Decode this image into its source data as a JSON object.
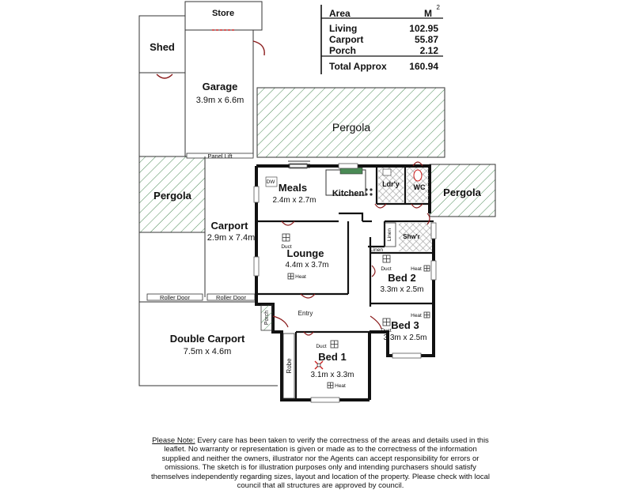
{
  "area_table": {
    "header_label": "Area",
    "header_unit": "M",
    "header_unit_power": "2",
    "rows": [
      {
        "label": "Living",
        "value": "102.95"
      },
      {
        "label": "Carport",
        "value": "55.87"
      },
      {
        "label": "Porch",
        "value": "2.12"
      }
    ],
    "total_label": "Total Approx",
    "total_value": "160.94"
  },
  "rooms": {
    "store": "Store",
    "shed": "Shed",
    "garage": "Garage",
    "garage_dim": "3.9m x 6.6m",
    "pergola_top": "Pergola",
    "pergola_left": "Pergola",
    "pergola_right": "Pergola",
    "panel_lift": "Panel Lift",
    "meals": "Meals",
    "meals_dim": "2.4m x 2.7m",
    "dw": "DW",
    "kitchen": "Kitchen",
    "laundry": "Ldr'y",
    "wc": "WC",
    "carport": "Carport",
    "carport_dim": "2.9m x 7.4m",
    "lounge": "Lounge",
    "lounge_dim": "4.4m x 3.7m",
    "duct": "Duct",
    "heat": "Heat",
    "linen": "Linen",
    "shower": "Shw'r",
    "bed2": "Bed 2",
    "bed2_dim": "3.3m x 2.5m",
    "bed3": "Bed 3",
    "bed3_dim": "3.3m x 2.5m",
    "roller_door": "Roller Door",
    "porch": "Porch",
    "entry": "Entry",
    "double_carport": "Double Carport",
    "double_carport_dim": "7.5m x 4.6m",
    "robe": "Robe",
    "bed1": "Bed 1",
    "bed1_dim": "3.1m x 3.3m"
  },
  "note": {
    "title": "Please Note:",
    "text": "Every care has been taken to verify the correctness of the areas and details used in this leaflet. No warranty or representation is given or made as to the correctness of the information supplied and neither the owners, illustrator nor the Agents can accept responsibility for errors or omissions. The sketch is for illustration purposes only and intending purchasers should satisfy themselves independently regarding sizes, layout and location of the property. Please check with local council that all structures are approved by council."
  }
}
